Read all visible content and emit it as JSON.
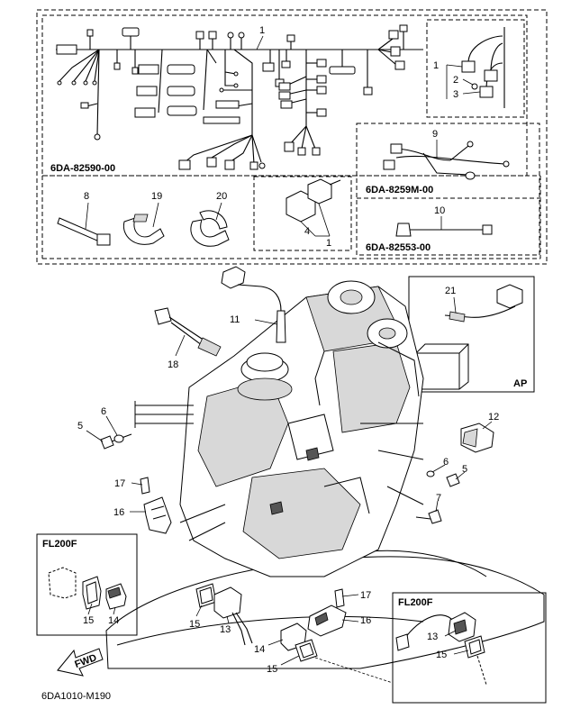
{
  "callouts": {
    "c1_top": "1",
    "c1_side": "1",
    "c2": "2",
    "c3": "3",
    "c4": "4",
    "c1_box": "1",
    "c8": "8",
    "c19": "19",
    "c20": "20",
    "c9": "9",
    "c10": "10",
    "c21": "21",
    "c11": "11",
    "c18": "18",
    "c5_left": "5",
    "c6_left": "6",
    "c12": "12",
    "c6_right": "6",
    "c5_right": "5",
    "c7": "7",
    "c17_left": "17",
    "c16_left": "16",
    "c15_fl_left": "15",
    "c14_fl_left": "14",
    "c15_mid": "15",
    "c13_mid": "13",
    "c17_right": "17",
    "c16_right": "16",
    "c14_bottom": "14",
    "c15_bottom": "15",
    "c13_fl_right": "13",
    "c15_fl_right": "15"
  },
  "part_codes": {
    "harness_main": "6DA-82590-00",
    "harness_9": "6DA-8259M-00",
    "harness_10": "6DA-82553-00"
  },
  "inset_labels": {
    "ap": "AP",
    "fl200f_left": "FL200F",
    "fl200f_right": "FL200F"
  },
  "direction_label": "FWD",
  "diagram_code": "6DA1010-M190"
}
